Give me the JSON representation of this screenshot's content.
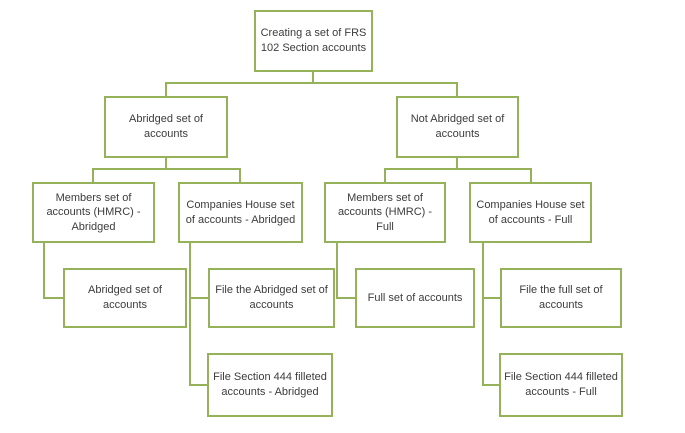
{
  "diagram": {
    "type": "org-chart-flowchart",
    "accent_color": "#95b25a",
    "text_color": "#3c3c3c",
    "background_color": "#ffffff",
    "nodes": [
      {
        "id": "root",
        "level": 1,
        "label": "Creating a set of FRS 102 Section accounts"
      },
      {
        "id": "abridged",
        "level": 2,
        "label": "Abridged set of accounts"
      },
      {
        "id": "not-abridged",
        "level": 2,
        "label": "Not Abridged set of accounts"
      },
      {
        "id": "members-abridged",
        "level": 3,
        "label": "Members set of accounts (HMRC) - Abridged"
      },
      {
        "id": "companies-house-abridged",
        "level": 3,
        "label": "Companies House set of accounts - Abridged"
      },
      {
        "id": "members-full",
        "level": 3,
        "label": "Members set of accounts (HMRC) - Full"
      },
      {
        "id": "companies-house-full",
        "level": 3,
        "label": "Companies House set of accounts - Full"
      },
      {
        "id": "abridged-set",
        "level": 4,
        "label": "Abridged set of accounts"
      },
      {
        "id": "file-abridged",
        "level": 4,
        "label": "File the Abridged set of accounts"
      },
      {
        "id": "full-set",
        "level": 4,
        "label": "Full set of accounts"
      },
      {
        "id": "file-full",
        "level": 4,
        "label": "File the full set of accounts"
      },
      {
        "id": "file-444-abridged",
        "level": 4,
        "label": "File Section 444 filleted accounts - Abridged"
      },
      {
        "id": "file-444-full",
        "level": 4,
        "label": "File Section 444 filleted accounts - Full"
      }
    ],
    "edges": [
      [
        "root",
        "abridged"
      ],
      [
        "root",
        "not-abridged"
      ],
      [
        "abridged",
        "members-abridged"
      ],
      [
        "abridged",
        "companies-house-abridged"
      ],
      [
        "not-abridged",
        "members-full"
      ],
      [
        "not-abridged",
        "companies-house-full"
      ],
      [
        "members-abridged",
        "abridged-set"
      ],
      [
        "companies-house-abridged",
        "file-abridged"
      ],
      [
        "companies-house-abridged",
        "file-444-abridged"
      ],
      [
        "members-full",
        "full-set"
      ],
      [
        "companies-house-full",
        "file-full"
      ],
      [
        "companies-house-full",
        "file-444-full"
      ]
    ]
  }
}
